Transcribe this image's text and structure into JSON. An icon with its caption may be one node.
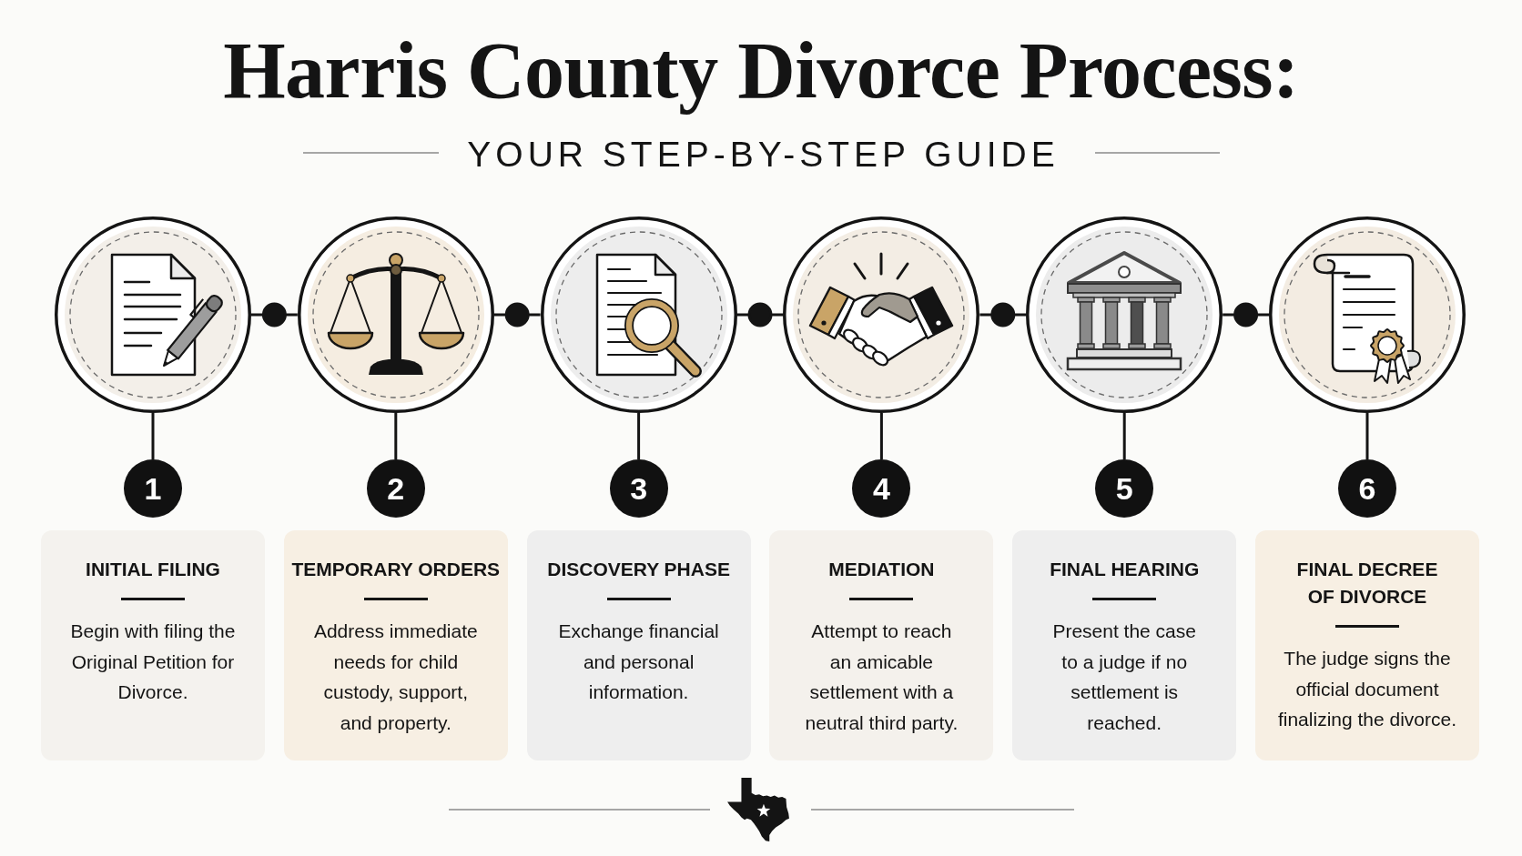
{
  "diagram": {
    "title": "Harris County Divorce Process:",
    "nodes": [
      {
        "text": [],
        "shape": "circle"
      },
      {
        "text": [
          "1"
        ]
      },
      {
        "text": [
          "INITIAL FILING",
          "Begin with filing the Original Petition for Divorce."
        ]
      },
      {
        "text": [],
        "shape": "circle"
      },
      {
        "text": [
          "2"
        ]
      },
      {
        "text": [
          "TEMPORARY ORDERS",
          "Address immediate needs for child custody, support, and property."
        ]
      },
      {
        "text": [],
        "shape": "circle"
      },
      {
        "text": [
          "3"
        ]
      },
      {
        "text": [
          "DISCOVERY PHASE",
          "Exchange financial and personal information."
        ]
      },
      {
        "text": [],
        "shape": "circle"
      },
      {
        "text": [
          "4"
        ]
      },
      {
        "text": [
          "MEDIATION",
          "Attempt to reach an amicable settlement with a neutral third party."
        ]
      },
      {
        "text": [],
        "shape": "circle"
      },
      {
        "text": [
          "5"
        ]
      },
      {
        "text": [
          "FINAL HEARING",
          "Present the case to a judge if no settlement is reached."
        ]
      },
      {
        "text": [],
        "shape": "circle"
      },
      {
        "text": [
          "6"
        ]
      },
      {
        "text": [
          "FINAL DECREE OF DIVORCE",
          "The judge signs the official document finalizing the divorce."
        ]
      }
    ],
    "edges": [
      {
        "from": 0,
        "to": 3,
        "arrow": "none"
      },
      {
        "from": 3,
        "to": 6,
        "arrow": "none"
      },
      {
        "from": 6,
        "to": 9,
        "arrow": "none"
      },
      {
        "from": 9,
        "to": 12,
        "arrow": "none"
      },
      {
        "from": 12,
        "to": 15,
        "arrow": "none"
      },
      {
        "from": 0,
        "to": 1,
        "arrow": "none"
      },
      {
        "from": 3,
        "to": 4,
        "arrow": "none"
      },
      {
        "from": 6,
        "to": 7,
        "arrow": "none"
      },
      {
        "from": 9,
        "to": 10,
        "arrow": "none"
      },
      {
        "from": 12,
        "to": 13,
        "arrow": "none"
      },
      {
        "from": 15,
        "to": 16,
        "arrow": "none"
      }
    ],
    "labels": [
      "YOUR STEP-BY-STEP GUIDE"
    ]
  }
}
